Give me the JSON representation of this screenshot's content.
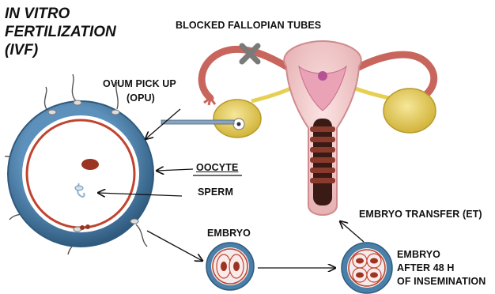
{
  "title": {
    "lines": [
      "IN VITRO",
      "FERTILIZATION",
      "(IVF)"
    ]
  },
  "labels": {
    "blocked_tubes": "BLOCKED FALLOPIAN TUBES",
    "opu_line1": "OVUM PICK UP",
    "opu_line2": "(OPU)",
    "oocyte": "OOCYTE",
    "sperm": "SPERM",
    "embryo_transfer": "EMBRYO TRANSFER (ET)",
    "embryo": "EMBRYO",
    "embryo48_line1": "EMBRYO",
    "embryo48_line2": "AFTER 48 H",
    "embryo48_line3": "OF INSEMINATION"
  },
  "colors": {
    "zona_blue": "#4a7fa8",
    "zona_dark": "#2f5a7e",
    "membrane_red": "#c0442e",
    "nucleus": "#9b3422",
    "uterus_pink": "#f0c6c6",
    "tube_red": "#c8665e",
    "ovary_yellow": "#e8d36a",
    "block_grey": "#7a7a7a",
    "needle": "#8aa4bf"
  }
}
